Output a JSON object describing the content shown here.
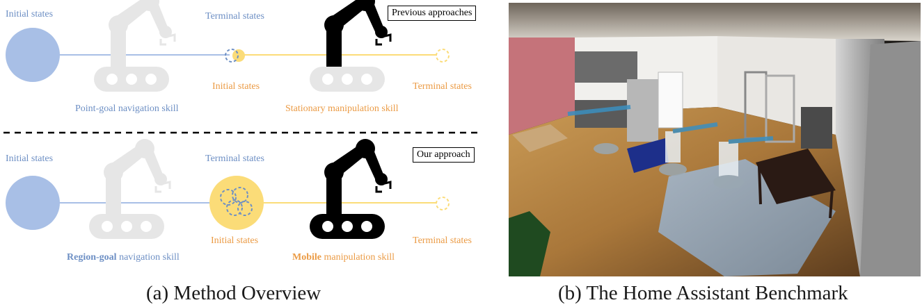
{
  "figure_a": {
    "caption": "(a) Method Overview",
    "previous": {
      "box_label": "Previous approaches",
      "initial_states_left": "Initial states",
      "terminal_states_nav": "Terminal states",
      "initial_states_manip": "Initial states",
      "terminal_states_manip": "Terminal states",
      "nav_skill": "Point-goal navigation skill",
      "manip_skill": "Stationary manipulation skill"
    },
    "ours": {
      "box_label": "Our approach",
      "initial_states_left": "Initial states",
      "terminal_states_nav": "Terminal states",
      "initial_states_manip": "Initial states",
      "terminal_states_manip": "Terminal states",
      "nav_skill_bold": "Region-goal",
      "nav_skill_rest": " navigation skill",
      "manip_skill_bold": "Mobile",
      "manip_skill_rest": " manipulation skill"
    },
    "colors": {
      "blue": "#a8bfe6",
      "blue_text": "#6d8fc4",
      "orange": "#fbdc78",
      "orange_text": "#eb9b45",
      "robot_gray": "#e6e6e6",
      "robot_black": "#000000"
    }
  },
  "figure_b": {
    "caption": "(b) The Home Assistant Benchmark"
  }
}
